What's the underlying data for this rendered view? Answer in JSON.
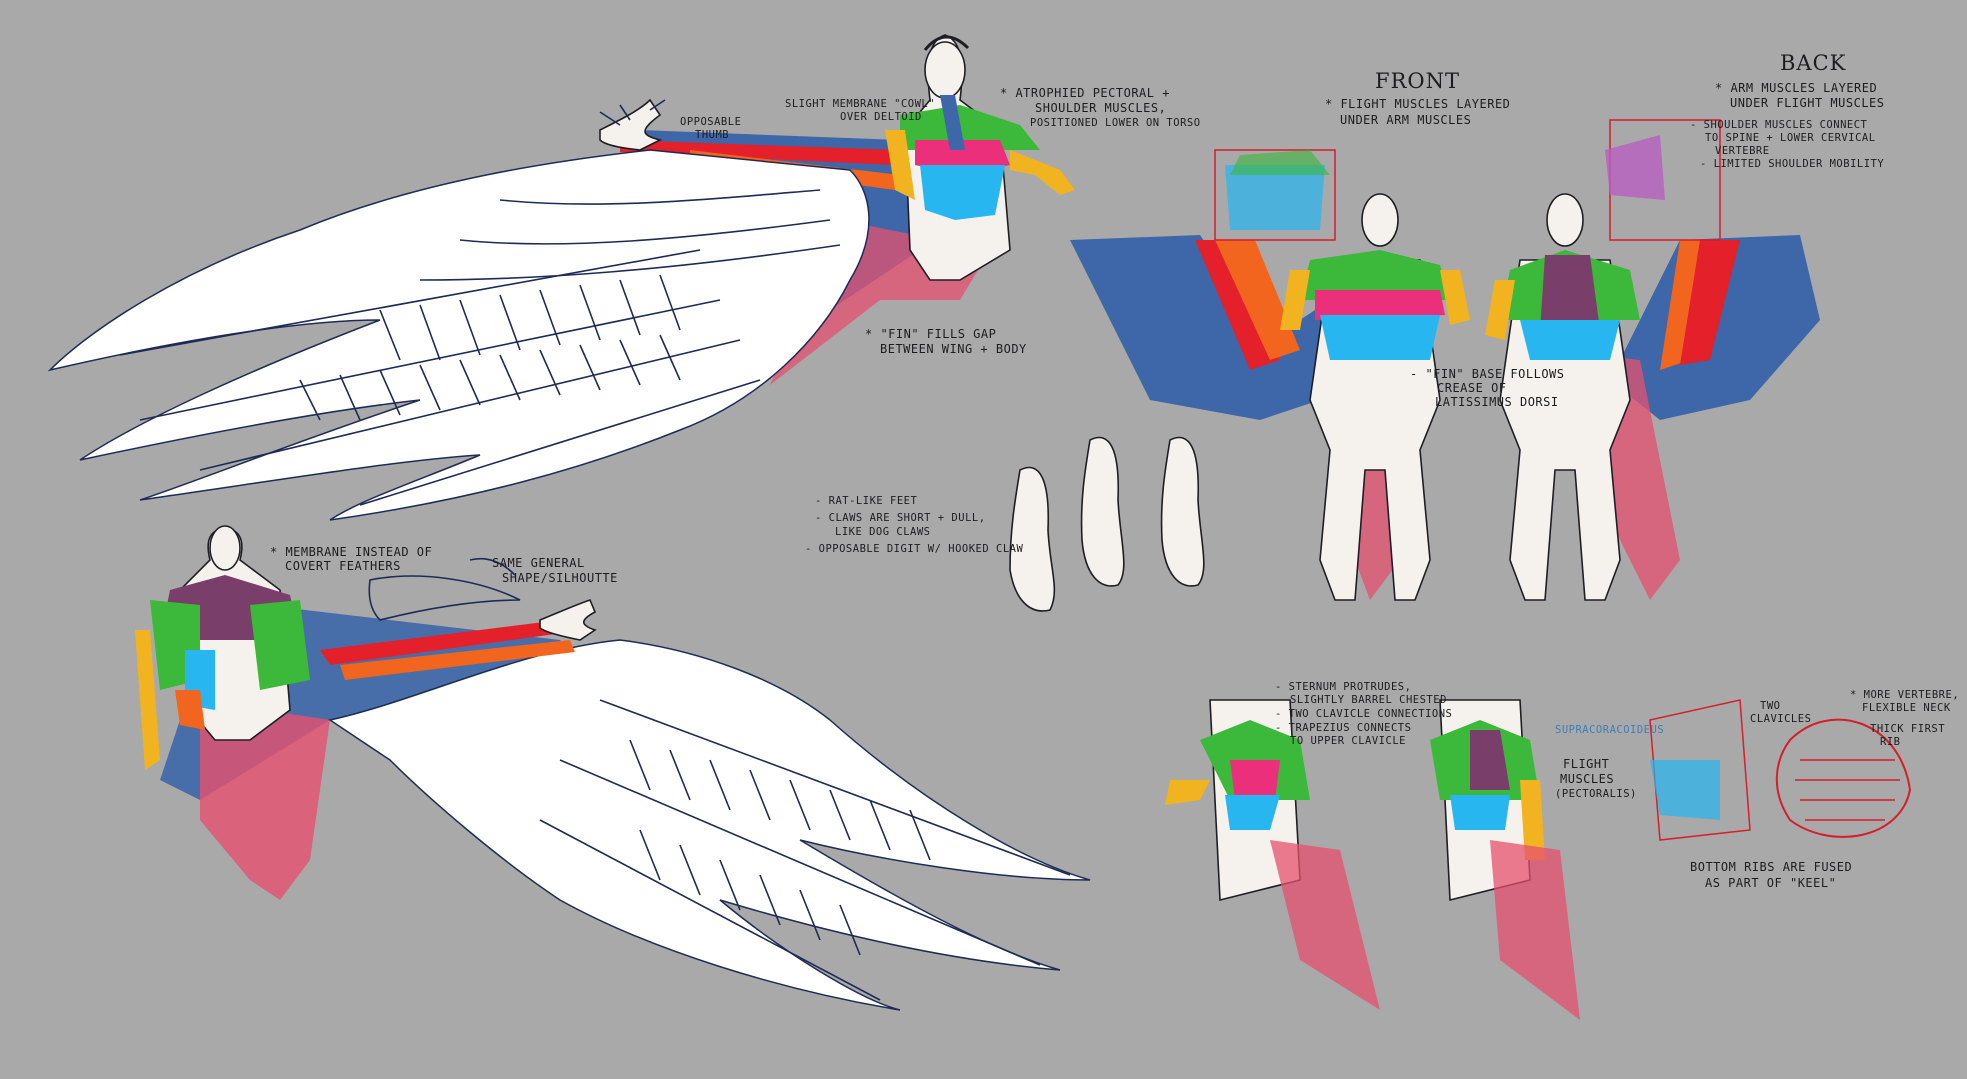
{
  "colors": {
    "background": "#a9a9aa",
    "membrane_blue": "#3d67a8",
    "fin_pink": "#e6506e",
    "muscle_green": "#3cb83a",
    "muscle_purple": "#7a3e6a",
    "muscle_magenta": "#ec2f7b",
    "muscle_cyan": "#27b6f0",
    "muscle_yellow": "#f2b320",
    "muscle_orange": "#f2651e",
    "muscle_red": "#e4202a",
    "skeleton_red": "#d41e2c"
  },
  "headings": {
    "front": "FRONT",
    "back": "BACK"
  },
  "notes": {
    "opposable_thumb": [
      "OPPOSABLE",
      "THUMB"
    ],
    "membrane_cowl": [
      "SLIGHT MEMBRANE \"COWL\"",
      "OVER DELTOID"
    ],
    "atrophied_pectoral": [
      "* ATROPHIED PECTORAL +",
      "SHOULDER MUSCLES,",
      "POSITIONED LOWER ON TORSO"
    ],
    "flight_muscles_layered": [
      "* FLIGHT MUSCLES LAYERED",
      "UNDER ARM MUSCLES"
    ],
    "arm_muscles_layered": [
      "* ARM MUSCLES LAYERED",
      "UNDER FLIGHT MUSCLES"
    ],
    "shoulder_connect": [
      "- SHOULDER MUSCLES CONNECT",
      "TO SPINE + LOWER CERVICAL",
      "VERTEBRE",
      "- LIMITED SHOULDER MOBILITY"
    ],
    "fin_fills_gap": [
      "* \"FIN\" FILLS GAP",
      "BETWEEN WING + BODY"
    ],
    "fin_base": [
      "- \"FIN\" BASE FOLLOWS",
      "CREASE OF",
      "LATISSIMUS DORSI"
    ],
    "feet": [
      "- RAT-LIKE FEET",
      "- CLAWS ARE SHORT + DULL,",
      "LIKE DOG CLAWS",
      "- OPPOSABLE DIGIT W/ HOOKED CLAW"
    ],
    "membrane_covert": [
      "* MEMBRANE INSTEAD OF",
      "COVERT FEATHERS"
    ],
    "same_shape": [
      "SAME GENERAL",
      "SHAPE/SILHOUTTE"
    ],
    "sternum": [
      "- STERNUM PROTRUDES,",
      "SLIGHTLY BARREL CHESTED",
      "- TWO CLAVICLE CONNECTIONS",
      "- TRAPEZIUS CONNECTS",
      "TO UPPER CLAVICLE"
    ],
    "supracoracoideus": "SUPRACORACOIDEUS",
    "flight_muscles_pect": [
      "FLIGHT",
      "MUSCLES",
      "(PECTORALIS)"
    ],
    "two_clavicles": [
      "TWO",
      "CLAVICLES"
    ],
    "more_vertebre": [
      "* MORE VERTEBRE,",
      "FLEXIBLE NECK"
    ],
    "thick_first_rib": [
      "THICK FIRST",
      "RIB"
    ],
    "bottom_ribs": [
      "BOTTOM RIBS ARE FUSED",
      "AS PART OF \"KEEL\""
    ]
  }
}
